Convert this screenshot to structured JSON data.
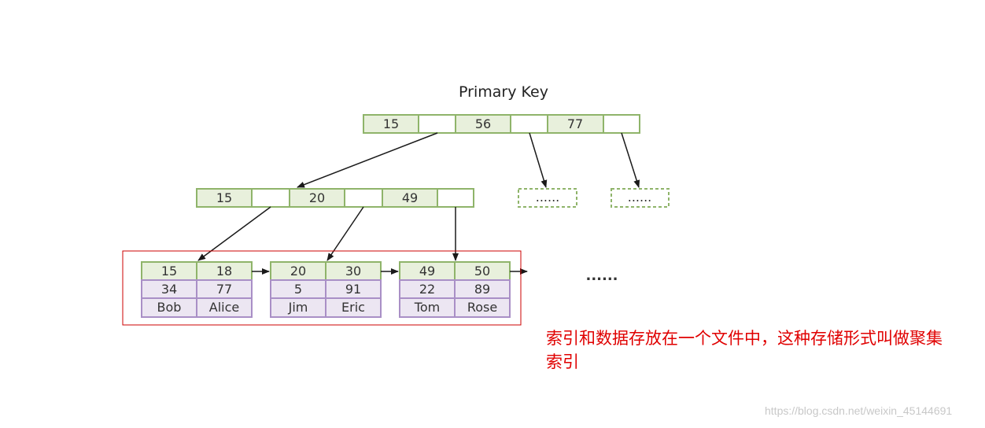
{
  "title": "Primary Key",
  "root": {
    "keys": [
      "15",
      "56",
      "77"
    ]
  },
  "internal": {
    "keys": [
      "15",
      "20",
      "49"
    ]
  },
  "placeholder_text": "......",
  "leaves": [
    {
      "keys": [
        "15",
        "18"
      ],
      "values": [
        "34",
        "77"
      ],
      "names": [
        "Bob",
        "Alice"
      ]
    },
    {
      "keys": [
        "20",
        "30"
      ],
      "values": [
        "5",
        "91"
      ],
      "names": [
        "Jim",
        "Eric"
      ]
    },
    {
      "keys": [
        "49",
        "50"
      ],
      "values": [
        "22",
        "89"
      ],
      "names": [
        "Tom",
        "Rose"
      ]
    }
  ],
  "ellipsis": "......",
  "note": "索引和数据存放在一个文件中，这种存储形式叫做聚集索引",
  "watermark": "https://blog.csdn.net/weixin_45144691",
  "colors": {
    "key_fill": "#e8f0dc",
    "key_border": "#8fb46a",
    "value_fill": "#ece6f2",
    "value_border": "#a98fc6",
    "highlight_border": "#cc0000",
    "note_text": "#e00000"
  }
}
